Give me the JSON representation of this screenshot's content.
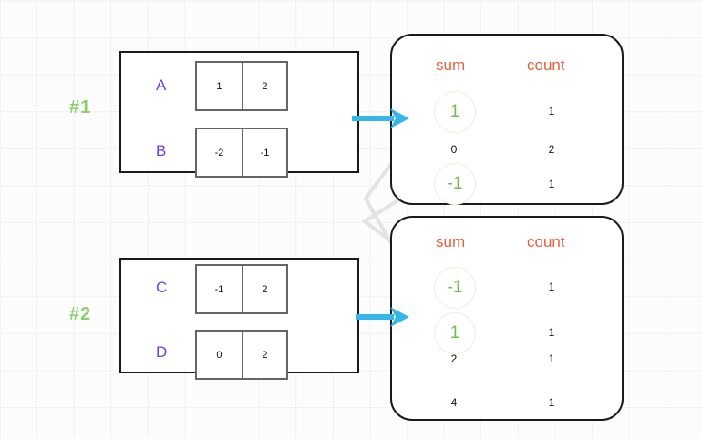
{
  "steps": [
    {
      "tag": "#1"
    },
    {
      "tag": "#2"
    }
  ],
  "input_panels": [
    {
      "id": "panel-1",
      "rows": [
        {
          "label": "A",
          "cells": [
            "1",
            "2"
          ]
        },
        {
          "label": "B",
          "cells": [
            "-2",
            "-1"
          ]
        }
      ]
    },
    {
      "id": "panel-2",
      "rows": [
        {
          "label": "C",
          "cells": [
            "-1",
            "2"
          ]
        },
        {
          "label": "D",
          "cells": [
            "0",
            "2"
          ]
        }
      ]
    }
  ],
  "result_panels": [
    {
      "id": "result-1",
      "headers": {
        "sum": "sum",
        "count": "count"
      },
      "rows": [
        {
          "sum": "1",
          "count": "1",
          "highlight": true
        },
        {
          "sum": "0",
          "count": "2",
          "highlight": false
        },
        {
          "sum": "-1",
          "count": "1",
          "highlight": true
        }
      ]
    },
    {
      "id": "result-2",
      "headers": {
        "sum": "sum",
        "count": "count"
      },
      "rows": [
        {
          "sum": "-1",
          "count": "1",
          "highlight": true
        },
        {
          "sum": "1",
          "count": "1",
          "highlight": true
        },
        {
          "sum": "2",
          "count": "1",
          "highlight": false
        },
        {
          "sum": "4",
          "count": "1",
          "highlight": false
        }
      ]
    }
  ],
  "colors": {
    "accent_arrow": "#35b6e8",
    "header_text": "#e8603c",
    "highlight_text": "#6fbf4e",
    "row_label": "#6b3ff0",
    "step_tag": "#8fcf6e",
    "connector": "#e3e3e3",
    "grid": "#f1f1f1"
  },
  "icons": {
    "arrow_right": "arrow-right-icon",
    "connector": "connector-line"
  }
}
